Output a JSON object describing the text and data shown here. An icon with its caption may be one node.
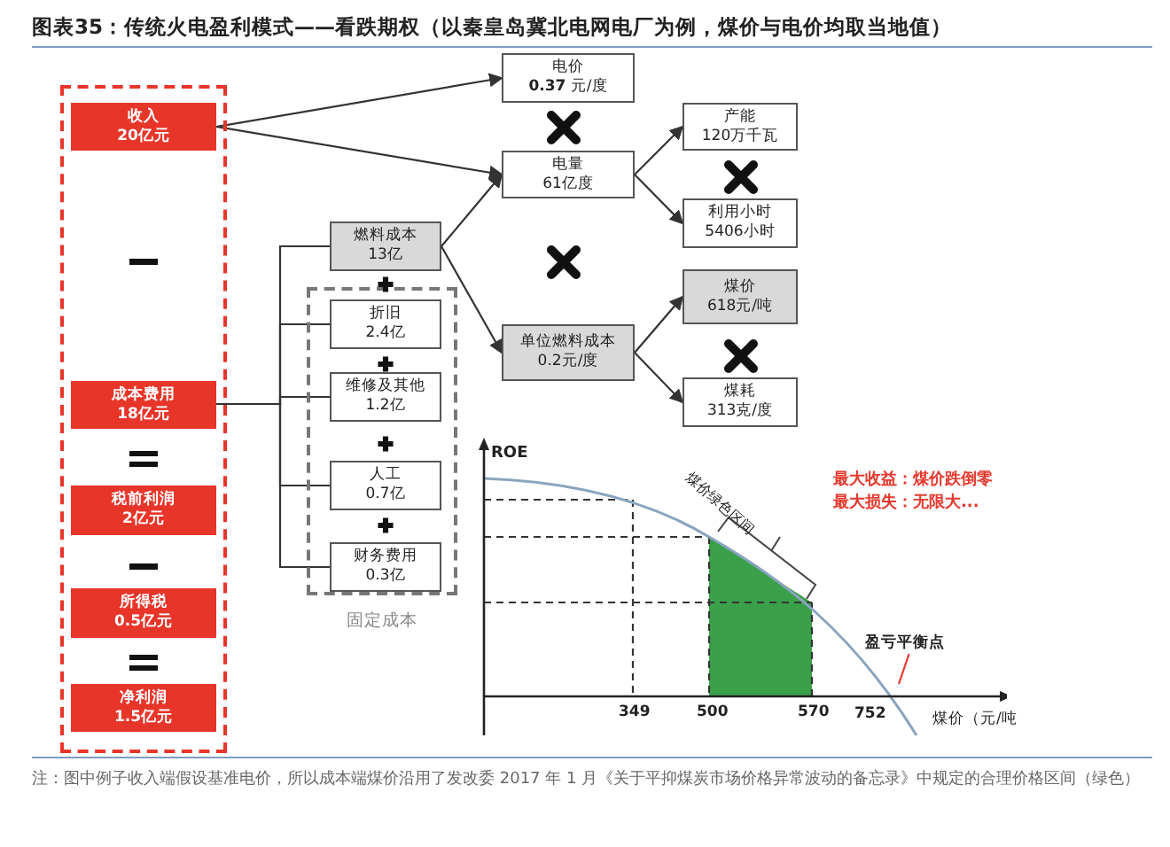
{
  "diagram": {
    "title": "图表35：传统火电盈利模式——看跌期权（以秦皇岛冀北电网电厂为例，煤价与电价均取当地值）",
    "nodes": [
      {
        "text": [],
        "shape": "box"
      },
      {
        "text": [
          "收入",
          "20亿元"
        ],
        "in": 0
      },
      {
        "text": [
          "成本费用",
          "18亿元"
        ],
        "in": 0
      },
      {
        "text": [
          "税前利润",
          "2亿元"
        ],
        "in": 0
      },
      {
        "text": [
          "所得税",
          "0.5亿元"
        ],
        "in": 0
      },
      {
        "text": [
          "净利润",
          "1.5亿元"
        ],
        "in": 0
      },
      {
        "text": [
          "电价",
          "**0.37** 元/度"
        ]
      },
      {
        "text": [
          "电量",
          "61亿度"
        ]
      },
      {
        "text": [
          "产能",
          "120万千瓦"
        ]
      },
      {
        "text": [
          "利用小时",
          "5406小时"
        ]
      },
      {
        "text": [
          "燃料成本",
          "13亿"
        ]
      },
      {
        "text": [
          "固定成本"
        ]
      },
      {
        "text": [
          "折旧",
          "2.4亿"
        ],
        "in": 11
      },
      {
        "text": [
          "维修及其他",
          "1.2亿"
        ],
        "in": 11
      },
      {
        "text": [
          "人工",
          "0.7亿"
        ],
        "in": 11
      },
      {
        "text": [
          "财务费用",
          "0.3亿"
        ],
        "in": 11
      },
      {
        "text": [
          "单位燃料成本",
          "0.2元/度"
        ]
      },
      {
        "text": [
          "煤价",
          "618元/吨"
        ]
      },
      {
        "text": [
          "煤耗",
          "313克/度"
        ]
      },
      {
        "text": [
          "盈亏平衡点"
        ]
      }
    ],
    "edges": [
      {
        "from": 1,
        "to": 6,
        "arrow": "to"
      },
      {
        "from": 1,
        "to": 7,
        "arrow": "to"
      },
      {
        "from": 10,
        "to": 7,
        "arrow": "to"
      },
      {
        "from": 10,
        "to": 16,
        "arrow": "to"
      },
      {
        "from": 7,
        "to": 8,
        "arrow": "to"
      },
      {
        "from": 7,
        "to": 9,
        "arrow": "to"
      },
      {
        "from": 16,
        "to": 17,
        "arrow": "to"
      },
      {
        "from": 16,
        "to": 18,
        "arrow": "to"
      },
      {
        "from": 2,
        "to": 10,
        "arrow": "none"
      },
      {
        "from": 2,
        "to": 12,
        "arrow": "none"
      },
      {
        "from": 2,
        "to": 13,
        "arrow": "none"
      },
      {
        "from": 2,
        "to": 14,
        "arrow": "none"
      },
      {
        "from": 2,
        "to": 15,
        "arrow": "none"
      },
      {
        "from": 19,
        "to": null,
        "arrow": "none",
        "color": "#e53a2f"
      }
    ],
    "labels": [
      "ROE",
      "煤价绿色区间",
      "最大收益：煤价跌倒零",
      "最大损失：无限大...",
      "349",
      "500",
      "570",
      "752",
      "煤价（元/吨"
    ],
    "caption": "注：图中例子收入端假设基准电价，所以成本端煤价沿用了发改委 2017 年 1 月《关于平抑煤炭市场价格异常波动的备忘录》中规定的合理价格区间（绿色）"
  }
}
